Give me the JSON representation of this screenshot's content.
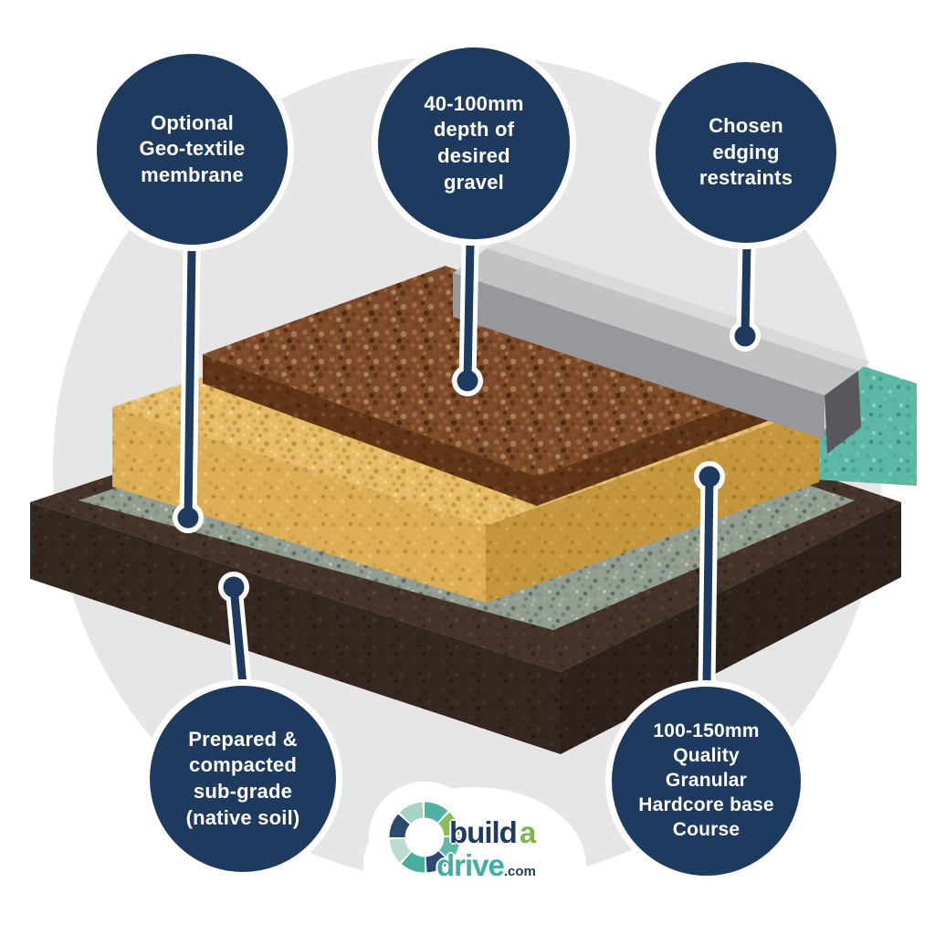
{
  "callouts": [
    {
      "id": "geotextile",
      "label": "Optional\nGeo-textile\nmembrane"
    },
    {
      "id": "gravel-depth",
      "label": "40-100mm\ndepth of\ndesired\ngravel"
    },
    {
      "id": "edging",
      "label": "Chosen\nedging\nrestraints"
    },
    {
      "id": "subgrade",
      "label": "Prepared &\ncompacted\nsub-grade\n(native soil)"
    },
    {
      "id": "hardcore",
      "label": "100-150mm\nQuality\nGranular\nHardcore base\nCourse"
    }
  ],
  "logo": {
    "build": "build",
    "a": "a",
    "drive": "drive",
    "tld": ".com"
  },
  "colors": {
    "callout_navy": "#1e3a5e",
    "background_circle_gray": "#e7e6e6",
    "gravel_brown": "#7d4a2a",
    "hardcore_sand": "#e6bc69",
    "membrane_gray_green": "#949d91",
    "subgrade_dark_brown": "#342720",
    "kerb_gray": "#c2c2c5",
    "concrete_bed_teal": "#5db7a6",
    "logo_teal": "#41afa0",
    "logo_green": "#7fb34e",
    "logo_navy": "#2b4a72"
  }
}
